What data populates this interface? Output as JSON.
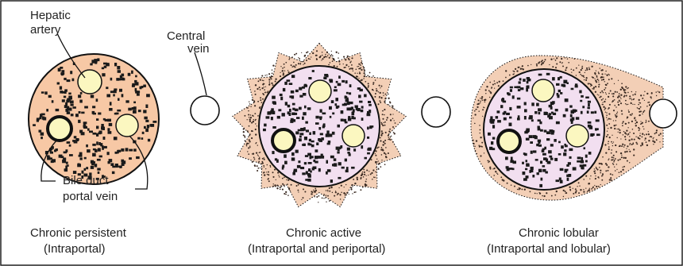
{
  "labels": {
    "hepatic_artery_1": "Hepatic",
    "hepatic_artery_2": "artery",
    "central_vein_1": "Central",
    "central_vein_2": "vein",
    "bile_duct": "Bile duct",
    "portal_vein": "portal vein"
  },
  "panels": [
    {
      "title": "Chronic persistent",
      "subtitle": "(Intraportal)"
    },
    {
      "title": "Chronic active",
      "subtitle": "(Intraportal and periportal)"
    },
    {
      "title": "Chronic lobular",
      "subtitle": "(Intraportal and lobular)"
    }
  ],
  "colors": {
    "portal_tract_fill": "#f7c8a5",
    "active_tract_fill": "#f2dff0",
    "periportal_fill": "#f3cfb6",
    "vessel_fill": "#fbf7c0",
    "outline": "#111111",
    "dots": "#1a1a1a"
  }
}
